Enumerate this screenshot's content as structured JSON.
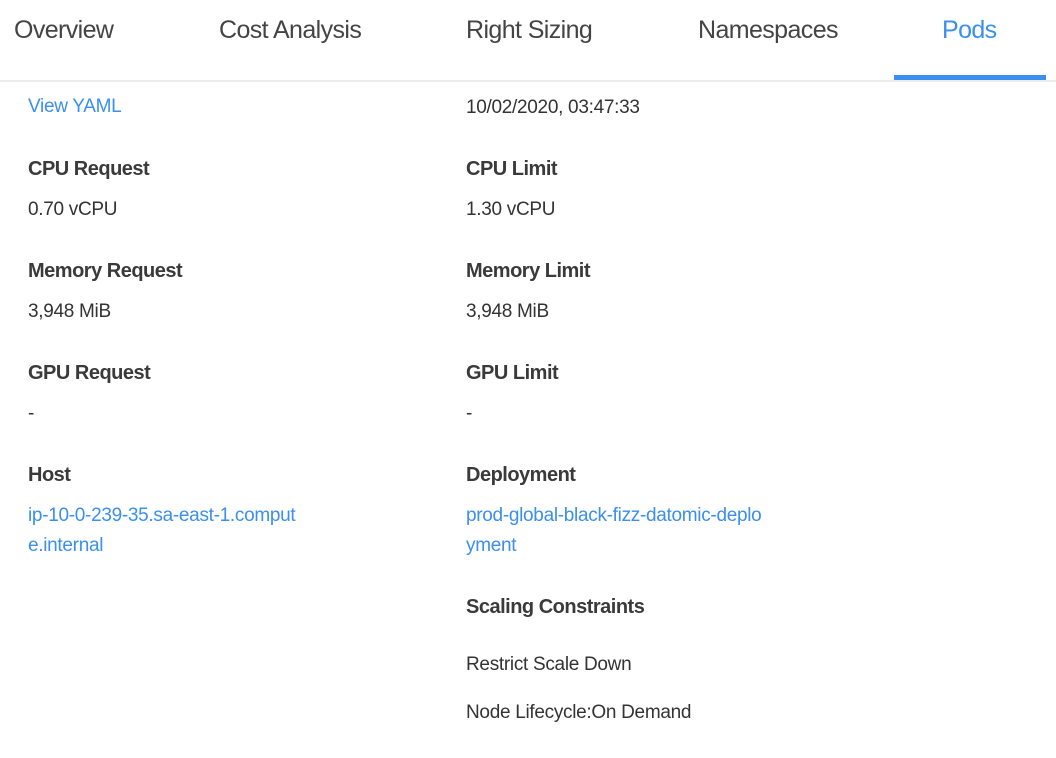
{
  "tabs": [
    {
      "label": "Overview",
      "active": false
    },
    {
      "label": "Cost Analysis",
      "active": false
    },
    {
      "label": "Right Sizing",
      "active": false
    },
    {
      "label": "Namespaces",
      "active": false
    },
    {
      "label": "Pods",
      "active": true
    }
  ],
  "accent_color": "#3b8fef",
  "details": {
    "view_yaml": "View YAML",
    "timestamp": "10/02/2020, 03:47:33",
    "cpu_request": {
      "label": "CPU Request",
      "value": "0.70 vCPU"
    },
    "cpu_limit": {
      "label": "CPU Limit",
      "value": "1.30 vCPU"
    },
    "memory_request": {
      "label": "Memory Request",
      "value": "3,948 MiB"
    },
    "memory_limit": {
      "label": "Memory Limit",
      "value": "3,948 MiB"
    },
    "gpu_request": {
      "label": "GPU Request",
      "value": "-"
    },
    "gpu_limit": {
      "label": "GPU Limit",
      "value": "-"
    },
    "host": {
      "label": "Host",
      "line1": "ip-10-0-239-35.sa-east-1.comput",
      "line2": "e.internal"
    },
    "deployment": {
      "label": "Deployment",
      "line1": "prod-global-black-fizz-datomic-deplo",
      "line2": "yment"
    },
    "scaling_constraints": {
      "label": "Scaling Constraints",
      "items": [
        "Restrict Scale Down",
        "Node Lifecycle:On Demand"
      ]
    }
  }
}
